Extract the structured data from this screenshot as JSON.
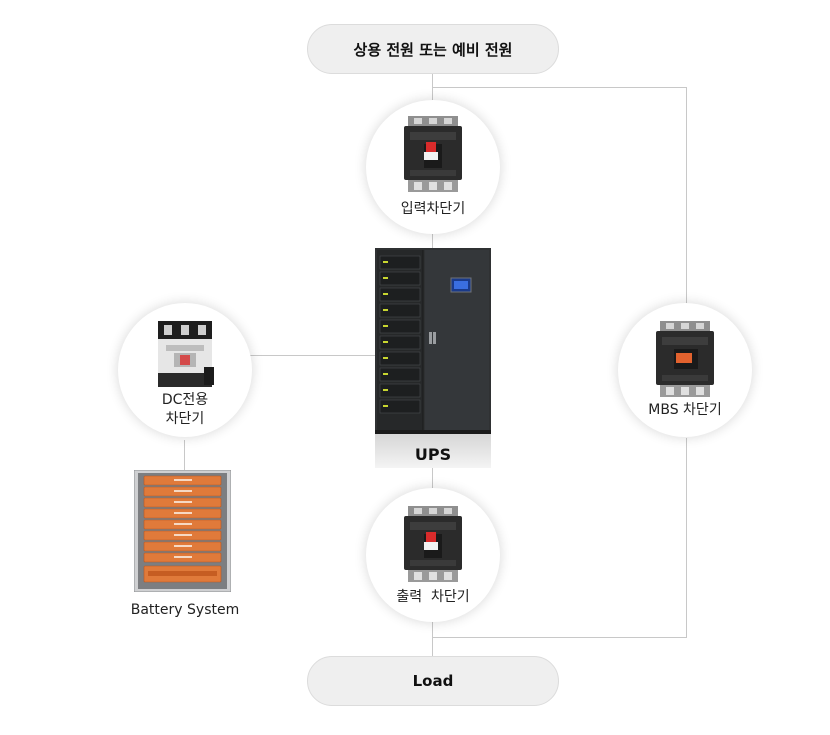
{
  "source": {
    "label": "상용 전원 또는 예비 전원"
  },
  "load": {
    "label": "Load"
  },
  "input_breaker": {
    "label": "입력차단기",
    "icon": "circuit-breaker-icon"
  },
  "output_breaker": {
    "label": "출력  차단기",
    "icon": "circuit-breaker-icon"
  },
  "mbs_breaker": {
    "label": "MBS 차단기",
    "icon": "circuit-breaker-icon"
  },
  "dc_breaker": {
    "label_line1": "DC전용",
    "label_line2": "차단기",
    "icon": "dc-breaker-icon"
  },
  "ups": {
    "label": "UPS",
    "icon": "ups-cabinet-icon"
  },
  "battery": {
    "label": "Battery System",
    "icon": "battery-rack-icon"
  },
  "colors": {
    "wire": "#c8c8c8",
    "pill_bg": "#efefef",
    "breaker_body": "#2b2b2b",
    "breaker_handle": "#d92b2b",
    "battery_module": "#e07a3a",
    "ups_body": "#2f3133"
  }
}
